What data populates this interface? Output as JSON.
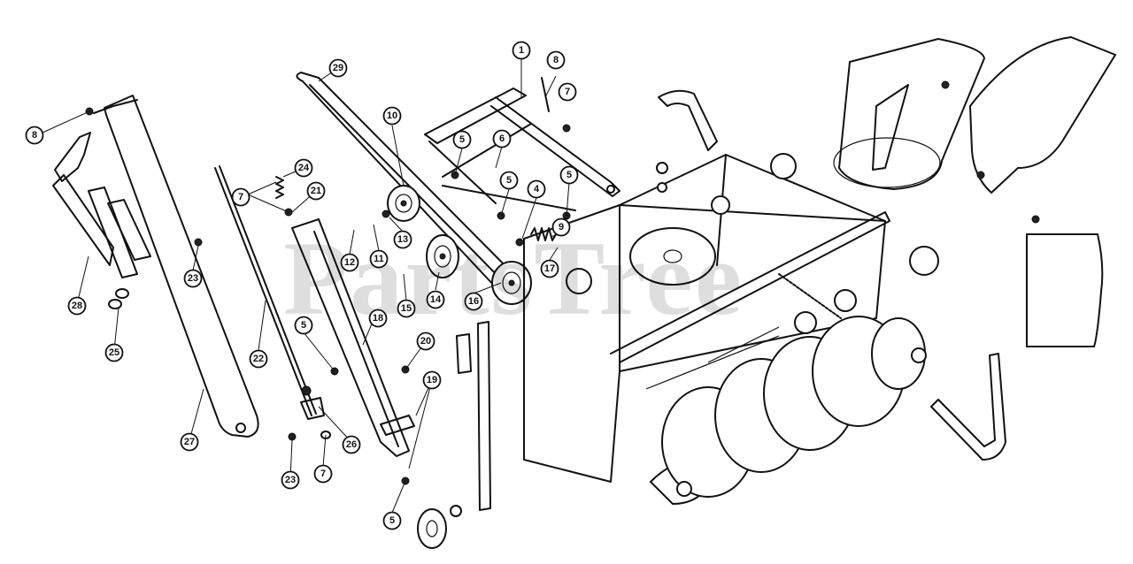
{
  "watermark": "PartsTree",
  "callouts": [
    "1",
    "4",
    "5",
    "5",
    "5",
    "5",
    "5",
    "6",
    "7",
    "7",
    "7",
    "8",
    "8",
    "9",
    "10",
    "11",
    "12",
    "13",
    "14",
    "15",
    "16",
    "17",
    "18",
    "19",
    "20",
    "21",
    "22",
    "23",
    "23",
    "24",
    "25",
    "26",
    "27",
    "28",
    "29"
  ],
  "colors": {
    "ink": "#111111",
    "background": "#ffffff"
  }
}
